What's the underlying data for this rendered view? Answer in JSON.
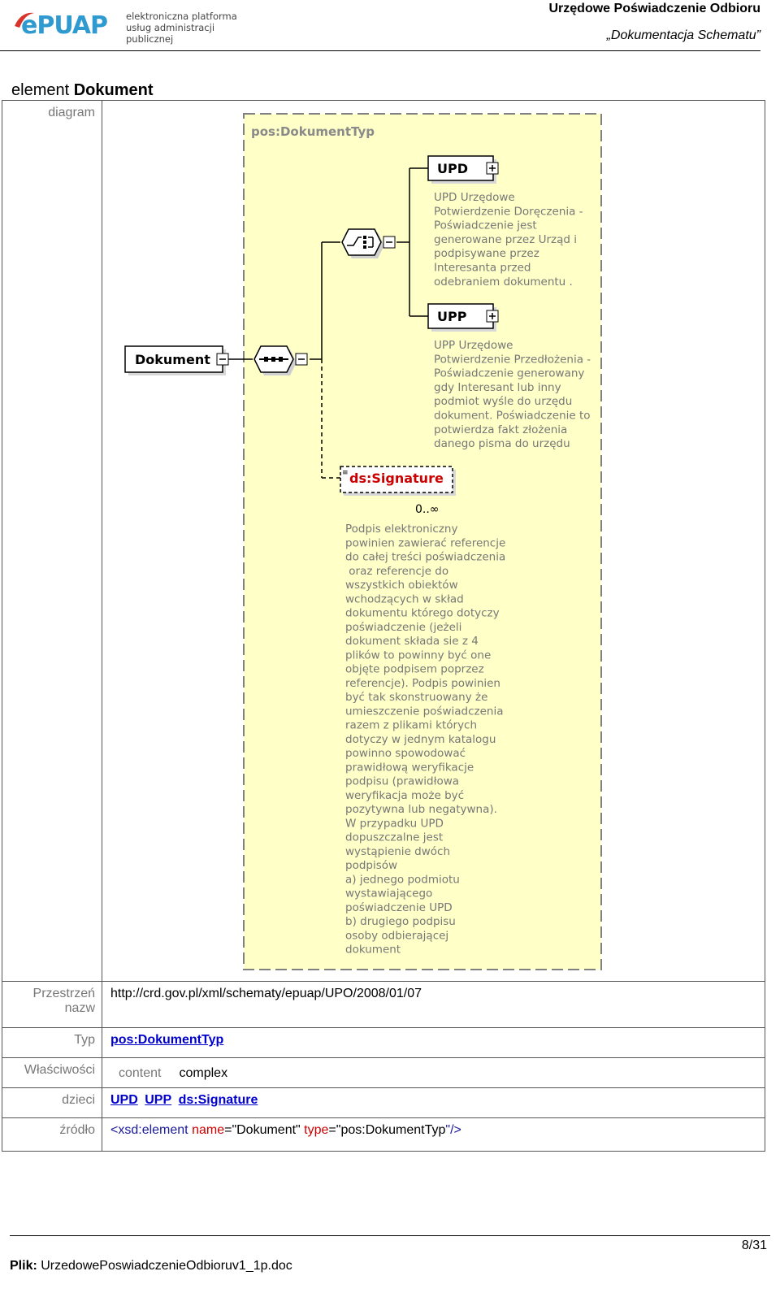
{
  "header": {
    "logo_word": "ePUAP",
    "logo_line1": "elektroniczna platforma",
    "logo_line2": "usług administracji publicznej",
    "title": "Urzędowe Poświadczenie Odbioru",
    "subtitle": "„Dokumentacja Schematu”"
  },
  "section": {
    "prefix": "element ",
    "name": "Dokument"
  },
  "rows": {
    "diagram_label": "diagram",
    "ns_label_1": "Przestrzeń",
    "ns_label_2": "nazw",
    "ns_value": "http://crd.gov.pl/xml/schematy/epuap/UPO/2008/01/07",
    "type_label": "Typ",
    "type_value": "pos:DokumentTyp",
    "props_label": "Właściwości",
    "props_key": "content",
    "props_value": "complex",
    "children_label": "dzieci",
    "children": [
      "UPD",
      "UPP",
      "ds:Signature"
    ],
    "source_label": "źródło",
    "source": {
      "open": "<xsd:element ",
      "name_attr": "name",
      "eq1": "=\"",
      "name_val": "Dokument",
      "q1": "\" ",
      "type_attr": "type",
      "eq2": "=\"",
      "type_val": "pos:DokumentTyp",
      "close": "\"/>"
    }
  },
  "diagram": {
    "type_name": "pos:DokumentTyp",
    "root": "Dokument",
    "upd": "UPD",
    "upd_doc": [
      "UPD Urzędowe",
      "Potwierdzenie Doręczenia -",
      "Poświadczenie jest",
      "generowane przez Urząd i",
      "podpisywane przez",
      "Interesanta przed",
      "odebraniem dokumentu ."
    ],
    "upp": "UPP",
    "upp_doc": [
      "UPP Urzędowe",
      "Potwierdzenie Przedłożenia -",
      "Poświadczenie generowany",
      "gdy Interesant lub inny",
      "podmiot wyśle do urzędu",
      "dokument. Poświadczenie to",
      "potwierdza fakt złożenia",
      "danego pisma do urzędu"
    ],
    "sig": "ds:Signature",
    "sig_occurs": "0..∞",
    "sig_doc": [
      "Podpis elektroniczny",
      "powinien zawierać referencje",
      "do całej treści poświadczenia",
      " oraz referencje do",
      "wszystkich obiektów",
      "wchodzących w skład",
      "dokumentu którego dotyczy",
      "poświadczenie (jeżeli",
      "dokument składa sie z 4",
      "plików to powinny być one",
      "objęte podpisem poprzez",
      "referencje). Podpis powinien",
      "być tak skonstruowany że",
      "umieszczenie poświadczenia",
      "razem z plikami których",
      "dotyczy w jednym katalogu",
      "powinno spowodować",
      "prawidłową weryfikacje",
      "podpisu (prawidłowa",
      "weryfikacja może być",
      "pozytywna lub negatywna).",
      "W przypadku UPD",
      "dopuszczalne jest",
      "wystąpienie dwóch",
      "podpisów",
      "a)          jednego podmiotu",
      "wystawiającego",
      "poświadczenie UPD",
      "b)          drugiego podpisu",
      "osoby odbierającej",
      "dokument"
    ]
  },
  "footer": {
    "page": "8/31",
    "file_label": "Plik:",
    "file_name": "UrzedowePoswiadczenieOdbioruv1_1p.doc"
  }
}
